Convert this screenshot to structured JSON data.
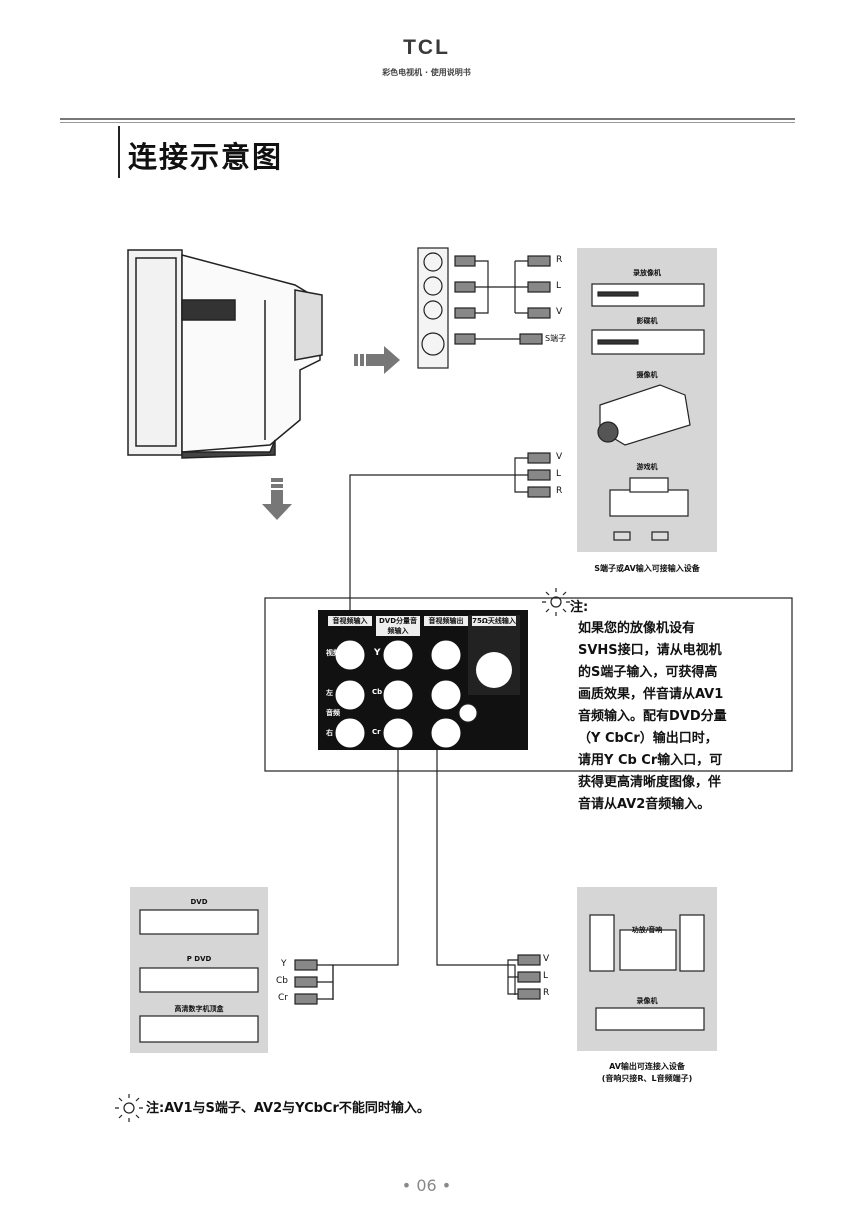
{
  "header": {
    "brand": "TCL",
    "subtitle": "彩色电视机 · 使用说明书"
  },
  "page_title": "连接示意图",
  "top_panel": {
    "signal_labels": [
      "R",
      "L",
      "V",
      "S端子"
    ]
  },
  "right_box": {
    "devices": [
      "录放像机",
      "影碟机",
      "摄像机",
      "游戏机"
    ],
    "caption": "S端子或AV输入可接输入设备",
    "signal_labels": [
      "V",
      "L",
      "R"
    ]
  },
  "rear_panel": {
    "groups": [
      "音视频输入",
      "DVD分量音频输入",
      "音视频输出",
      "75Ω天线输入"
    ],
    "side_labels": [
      "视频",
      "左",
      "音频",
      "右",
      "Y",
      "Cb",
      "Cr"
    ]
  },
  "note": {
    "title": "注:",
    "body": "如果您的放像机设有SVHS接口，请从电视机的S端子输入，可获得高画质效果，伴音请从AV1音频输入。配有DVD分量（Y CbCr）输出口时，请用Y Cb Cr输入口，可获得更高清晰度图像，伴音请从AV2音频输入。"
  },
  "left_box": {
    "devices": [
      "DVD",
      "P DVD",
      "高清数字机顶盒"
    ],
    "signal_labels": [
      "Y",
      "Cb",
      "Cr"
    ]
  },
  "right_bottom_box": {
    "devices": [
      "功放/音响",
      "录像机"
    ],
    "signal_labels": [
      "V",
      "L",
      "R"
    ],
    "caption_line1": "AV输出可连接入设备",
    "caption_line2": "(音响只接R、L音频端子)"
  },
  "bottom_note": "注:AV1与S端子、AV2与YCbCr不能同时输入。",
  "page_number": "• 06 •"
}
